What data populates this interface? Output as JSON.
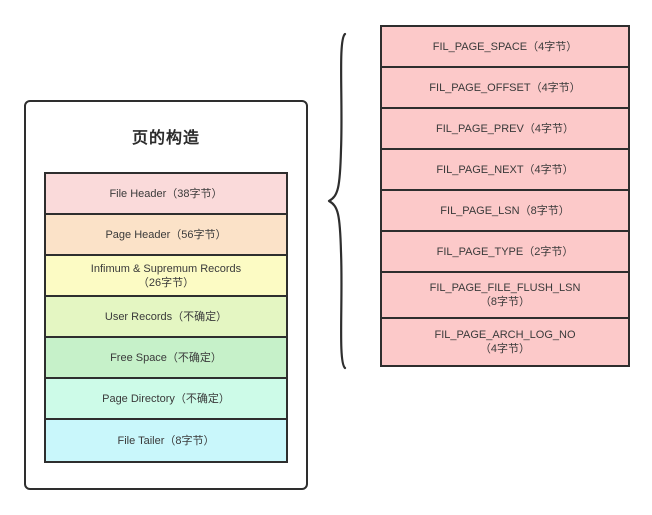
{
  "diagram": {
    "type": "innodb-page-layout-diagram",
    "background_color": "#ffffff",
    "border_color": "#2e2e2e",
    "text_color": "#3a3a3a"
  },
  "page_structure": {
    "title": "页的构造",
    "rows": [
      {
        "label": "File Header（38字节）",
        "color": "#fadada"
      },
      {
        "label": "Page Header（56字节）",
        "color": "#fbe2c8"
      },
      {
        "label": "Infimum & Supremum Records\n（26字节）",
        "color": "#fcfbc4"
      },
      {
        "label": "User Records（不确定）",
        "color": "#e4f6c2"
      },
      {
        "label": "Free Space（不确定）",
        "color": "#c6f1c9"
      },
      {
        "label": "Page Directory（不确定）",
        "color": "#cdfbe8"
      },
      {
        "label": "File Tailer（8字节）",
        "color": "#c9f7fb"
      }
    ]
  },
  "connector": {
    "kind": "curly-brace",
    "points_from": "file-header-fields-table",
    "points_to": "page-structure-row-file-header"
  },
  "file_header_fields": {
    "row_color": "#fcc9c9",
    "rows": [
      {
        "label": "FIL_PAGE_SPACE（4字节）",
        "lines": 1
      },
      {
        "label": "FIL_PAGE_OFFSET（4字节）",
        "lines": 1
      },
      {
        "label": "FIL_PAGE_PREV（4字节）",
        "lines": 1
      },
      {
        "label": "FIL_PAGE_NEXT（4字节）",
        "lines": 1
      },
      {
        "label": "FIL_PAGE_LSN（8字节）",
        "lines": 1
      },
      {
        "label": "FIL_PAGE_TYPE（2字节）",
        "lines": 1
      },
      {
        "label": "FIL_PAGE_FILE_FLUSH_LSN\n（8字节）",
        "lines": 2
      },
      {
        "label": "FIL_PAGE_ARCH_LOG_NO\n（4字节）",
        "lines": 2
      }
    ]
  }
}
